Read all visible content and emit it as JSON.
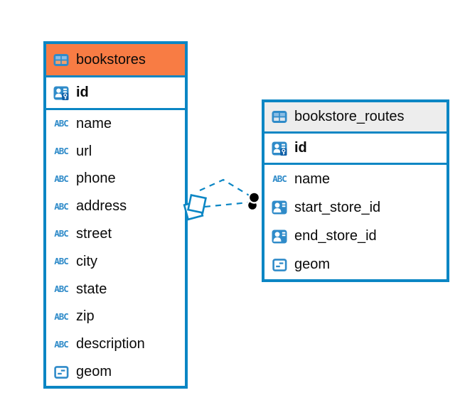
{
  "colors": {
    "accent_blue": "#0B86C4",
    "icon_blue": "#2F8BC9",
    "bookstores_header_orange": "#F87C44",
    "routes_header_gray": "#EDEDED",
    "text": "#0A0A0A",
    "relationship_dot": "#000000"
  },
  "tables": [
    {
      "name": "bookstores",
      "header_style": "orange",
      "primary_key": {
        "name": "id",
        "icon": "primary-key-icon"
      },
      "columns": [
        {
          "name": "name",
          "icon": "text-type-icon"
        },
        {
          "name": "url",
          "icon": "text-type-icon"
        },
        {
          "name": "phone",
          "icon": "text-type-icon"
        },
        {
          "name": "address",
          "icon": "text-type-icon"
        },
        {
          "name": "street",
          "icon": "text-type-icon"
        },
        {
          "name": "city",
          "icon": "text-type-icon"
        },
        {
          "name": "state",
          "icon": "text-type-icon"
        },
        {
          "name": "zip",
          "icon": "text-type-icon"
        },
        {
          "name": "description",
          "icon": "text-type-icon"
        },
        {
          "name": "geom",
          "icon": "geometry-type-icon"
        }
      ]
    },
    {
      "name": "bookstore_routes",
      "header_style": "gray",
      "primary_key": {
        "name": "id",
        "icon": "primary-key-icon"
      },
      "columns": [
        {
          "name": "name",
          "icon": "text-type-icon"
        },
        {
          "name": "start_store_id",
          "icon": "foreign-key-icon"
        },
        {
          "name": "end_store_id",
          "icon": "foreign-key-icon"
        },
        {
          "name": "geom",
          "icon": "geometry-type-icon"
        }
      ]
    }
  ],
  "relationships": [
    {
      "from_table": "bookstore_routes",
      "to_table": "bookstores",
      "line_style": "dashed",
      "end_marker": "filled-dot",
      "start_marker": "diamond"
    },
    {
      "from_table": "bookstore_routes",
      "to_table": "bookstores",
      "line_style": "dashed",
      "end_marker": "filled-dot",
      "start_marker": "diamond"
    }
  ]
}
